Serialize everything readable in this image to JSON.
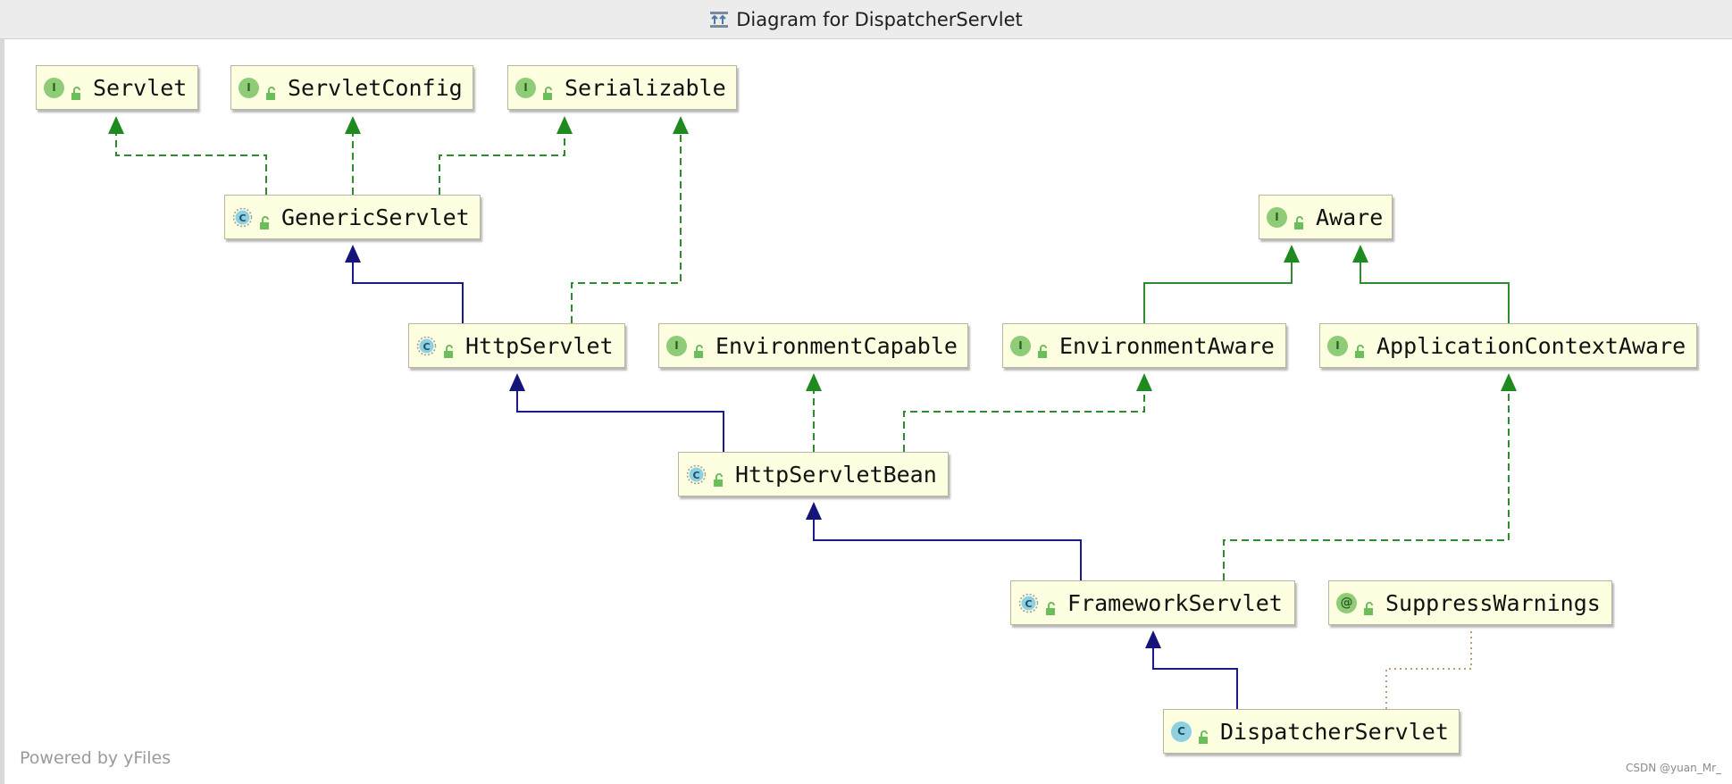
{
  "window": {
    "title": "Diagram for DispatcherServlet"
  },
  "nodes": [
    {
      "name": "Servlet",
      "kind": "interface",
      "badge": "I"
    },
    {
      "name": "ServletConfig",
      "kind": "interface",
      "badge": "I"
    },
    {
      "name": "Serializable",
      "kind": "interface",
      "badge": "I"
    },
    {
      "name": "GenericServlet",
      "kind": "abstract",
      "badge": "C"
    },
    {
      "name": "Aware",
      "kind": "interface",
      "badge": "I"
    },
    {
      "name": "HttpServlet",
      "kind": "abstract",
      "badge": "C"
    },
    {
      "name": "EnvironmentCapable",
      "kind": "interface",
      "badge": "I"
    },
    {
      "name": "EnvironmentAware",
      "kind": "interface",
      "badge": "I"
    },
    {
      "name": "ApplicationContextAware",
      "kind": "interface",
      "badge": "I"
    },
    {
      "name": "HttpServletBean",
      "kind": "abstract",
      "badge": "C"
    },
    {
      "name": "FrameworkServlet",
      "kind": "abstract",
      "badge": "C"
    },
    {
      "name": "SuppressWarnings",
      "kind": "annotation",
      "badge": "@"
    },
    {
      "name": "DispatcherServlet",
      "kind": "class",
      "badge": "C"
    }
  ],
  "edges": [
    {
      "from": "GenericServlet",
      "to": "Servlet",
      "type": "implements"
    },
    {
      "from": "GenericServlet",
      "to": "ServletConfig",
      "type": "implements"
    },
    {
      "from": "GenericServlet",
      "to": "Serializable",
      "type": "implements"
    },
    {
      "from": "HttpServlet",
      "to": "GenericServlet",
      "type": "extends"
    },
    {
      "from": "HttpServlet",
      "to": "Serializable",
      "type": "implements"
    },
    {
      "from": "EnvironmentAware",
      "to": "Aware",
      "type": "interface-extends"
    },
    {
      "from": "ApplicationContextAware",
      "to": "Aware",
      "type": "interface-extends"
    },
    {
      "from": "HttpServletBean",
      "to": "HttpServlet",
      "type": "extends"
    },
    {
      "from": "HttpServletBean",
      "to": "EnvironmentCapable",
      "type": "implements"
    },
    {
      "from": "HttpServletBean",
      "to": "EnvironmentAware",
      "type": "implements"
    },
    {
      "from": "FrameworkServlet",
      "to": "HttpServletBean",
      "type": "extends"
    },
    {
      "from": "FrameworkServlet",
      "to": "ApplicationContextAware",
      "type": "implements"
    },
    {
      "from": "DispatcherServlet",
      "to": "FrameworkServlet",
      "type": "extends"
    },
    {
      "from": "DispatcherServlet",
      "to": "SuppressWarnings",
      "type": "annotated"
    }
  ],
  "colors": {
    "extends": "#1a1a8c",
    "implements": "#2e8b2e",
    "annotated": "#b8a070",
    "node_fill": "#fefee0"
  },
  "footer": {
    "powered_by": "Powered by yFiles",
    "watermark": "CSDN @yuan_Mr_"
  }
}
